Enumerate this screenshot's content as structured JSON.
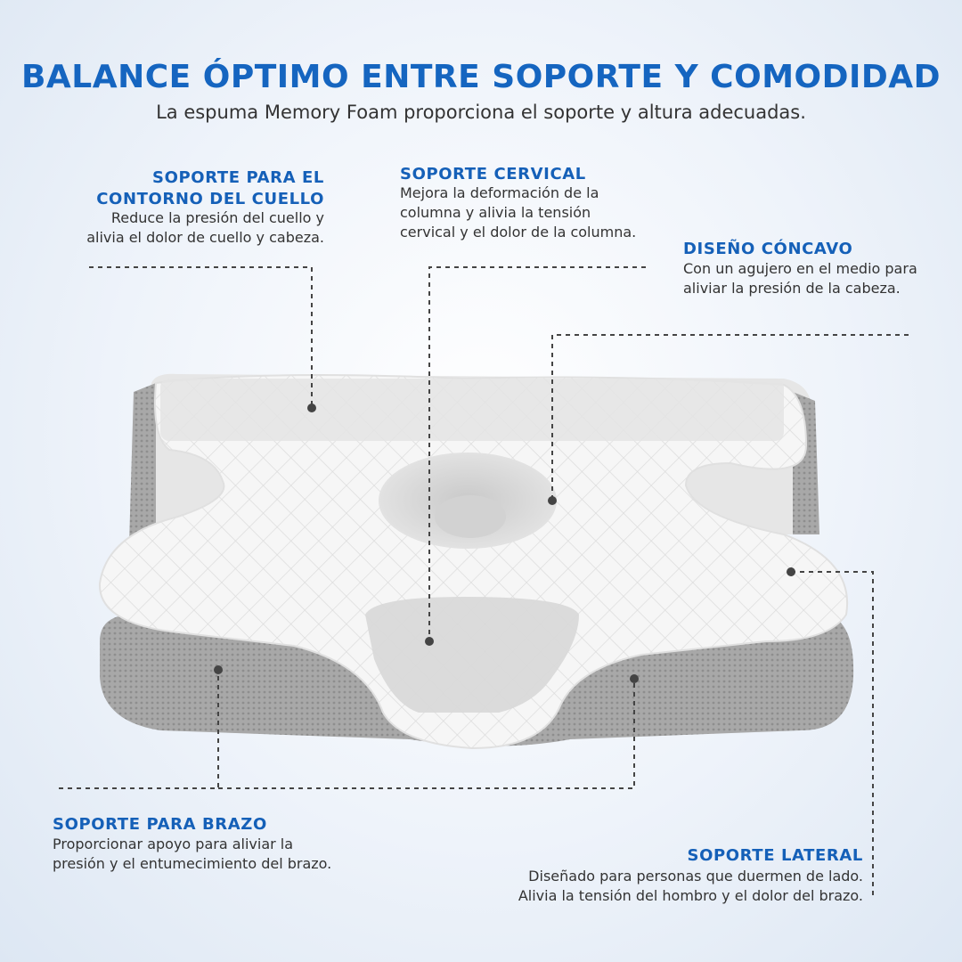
{
  "header": {
    "title": "BALANCE ÓPTIMO ENTRE SOPORTE Y COMODIDAD",
    "subtitle": "La espuma Memory Foam proporciona el soporte y altura adecuadas."
  },
  "features": {
    "neck_contour": {
      "title": "SOPORTE PARA EL\nCONTORNO DEL CUELLO",
      "description": "Reduce la presión del cuello y\nalivia el dolor de cuello y cabeza."
    },
    "cervical": {
      "title": "SOPORTE CERVICAL",
      "description": "Mejora la deformación de la\ncolumna y alivia la tensión\ncervical y el dolor de la columna."
    },
    "concave": {
      "title": "DISEÑO CÓNCAVO",
      "description": "Con un agujero en el medio para\naliviar la presión de la cabeza."
    },
    "arm": {
      "title": "SOPORTE PARA BRAZO",
      "description": "Proporcionar apoyo para aliviar la\npresión y el entumecimiento del brazo."
    },
    "side": {
      "title": "SOPORTE LATERAL",
      "description": "Diseñado para personas que duermen de lado.\nAlivia la tensión del hombro y el dolor del brazo."
    }
  },
  "colors": {
    "accent": "#1565c0",
    "text": "#333333",
    "leader_line": "#444444"
  }
}
